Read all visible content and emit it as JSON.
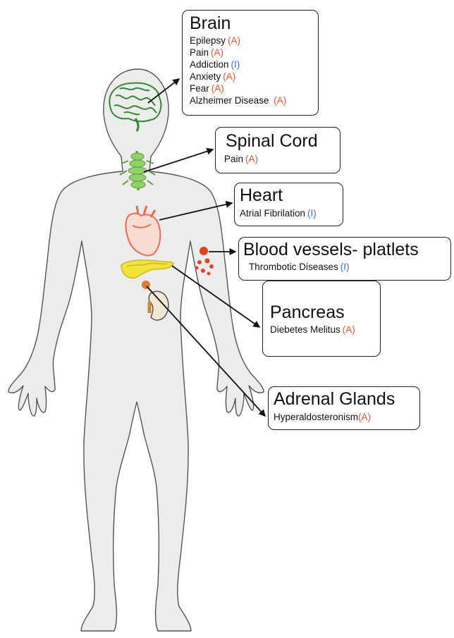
{
  "colors": {
    "body_fill": "#ececec",
    "body_outline": "#555555",
    "agonist_tag": "#e4572e",
    "inhibitor_tag": "#3b6fd0",
    "brain": "#2e8b2e",
    "spinal_cord": "#8fd16a",
    "heart": "#ee6a4e",
    "platelets": "#e3421f",
    "pancreas": "#f2e33a",
    "adrenal_gland": "#e07b2a",
    "kidney": "#f2e7d2"
  },
  "organs": [
    {
      "id": "brain",
      "icon": "brain-icon",
      "title": "Brain",
      "conditions": [
        {
          "name": "Epilepsy",
          "tag": "(A)",
          "tag_type": "agonist"
        },
        {
          "name": "Pain",
          "tag": "(A)",
          "tag_type": "agonist"
        },
        {
          "name": "Addiction",
          "tag": "(I)",
          "tag_type": "inhibitor"
        },
        {
          "name": "Anxiety",
          "tag": "(A)",
          "tag_type": "agonist"
        },
        {
          "name": "Fear",
          "tag": "(A)",
          "tag_type": "agonist"
        },
        {
          "name": "Alzheimer Disease ",
          "tag": "(A)",
          "tag_type": "agonist"
        }
      ]
    },
    {
      "id": "spinal-cord",
      "icon": "spinal-cord-icon",
      "title": "Spinal Cord",
      "conditions": [
        {
          "name": "Pain",
          "tag": "(A)",
          "tag_type": "agonist"
        }
      ]
    },
    {
      "id": "heart",
      "icon": "heart-icon",
      "title": "Heart",
      "conditions": [
        {
          "name": "Atrial Fibrilation",
          "tag": "(I)",
          "tag_type": "inhibitor"
        }
      ]
    },
    {
      "id": "blood-vessels",
      "icon": "platelets-icon",
      "title": "Blood vessels- platlets",
      "conditions": [
        {
          "name": "Thrombotic Diseases",
          "tag": "(I)",
          "tag_type": "inhibitor"
        }
      ]
    },
    {
      "id": "pancreas",
      "icon": "pancreas-icon",
      "title": "Pancreas",
      "conditions": [
        {
          "name": "Diebetes Melitus",
          "tag": "(A)",
          "tag_type": "agonist"
        }
      ]
    },
    {
      "id": "adrenal-glands",
      "icon": "adrenal-gland-icon",
      "title": "Adrenal Glands",
      "conditions": [
        {
          "name": "Hyperaldosteronism",
          "tag": "(A)",
          "tag_type": "agonist"
        }
      ]
    }
  ]
}
